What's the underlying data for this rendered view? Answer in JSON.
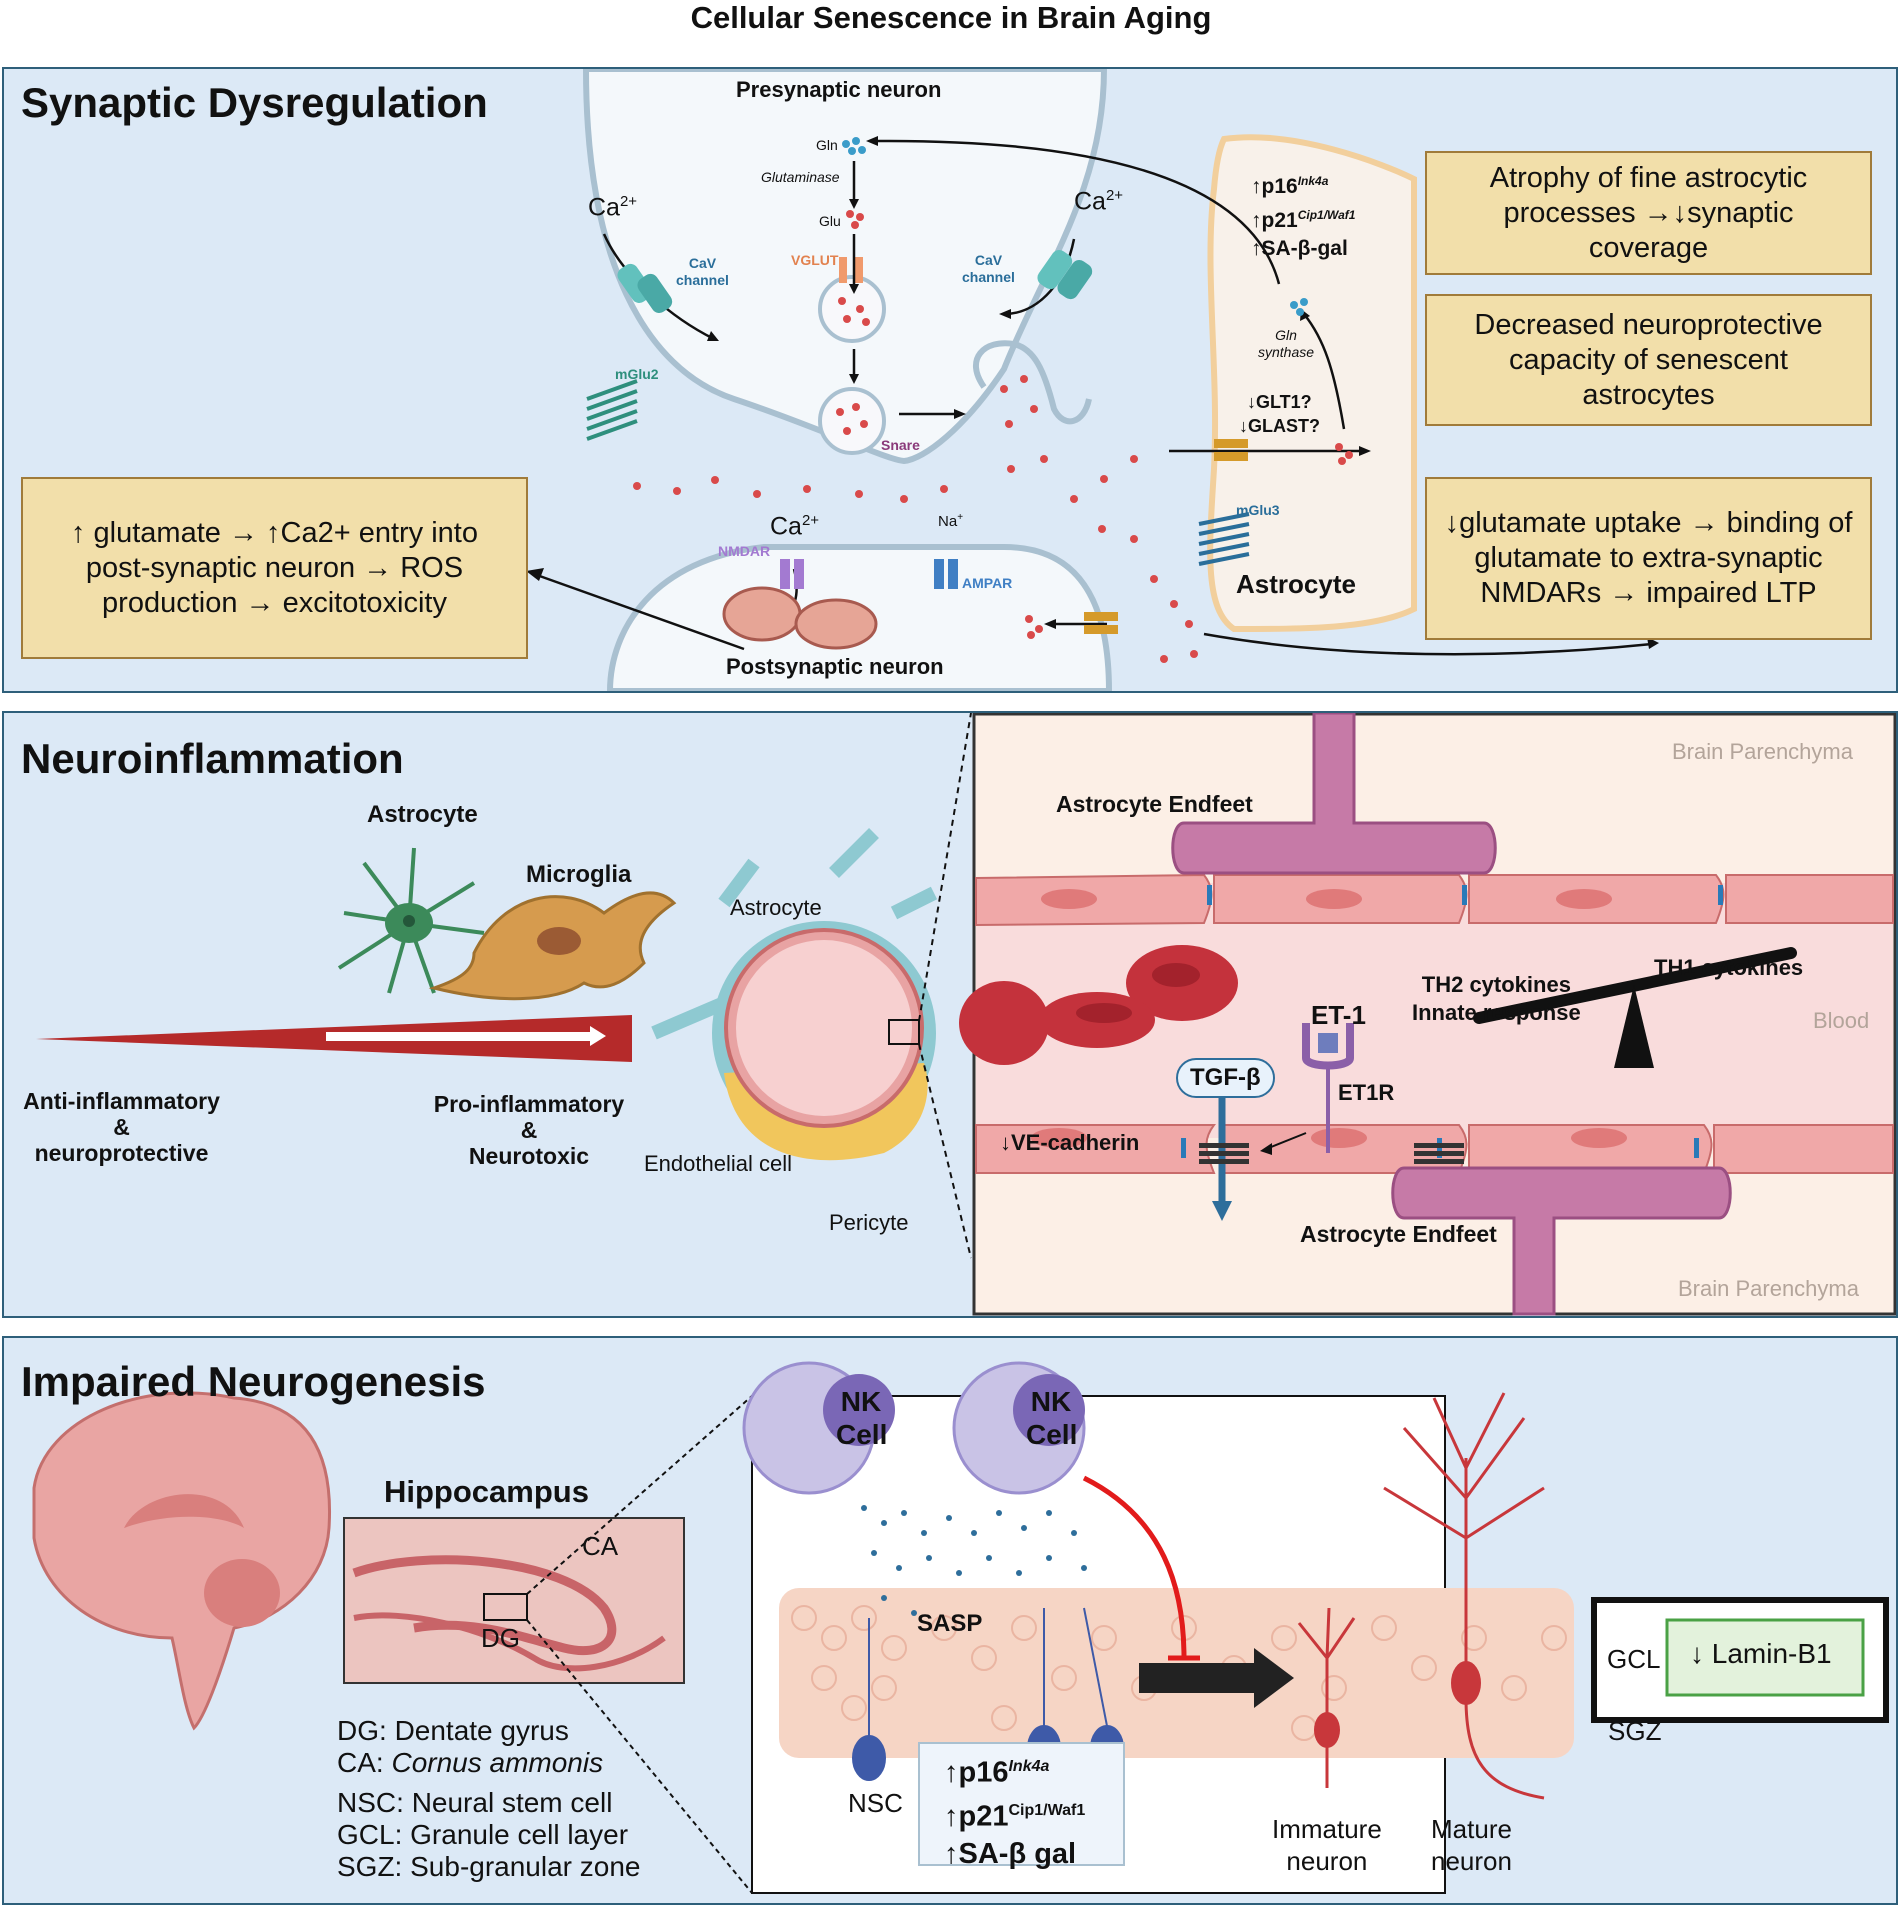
{
  "title": "Cellular Senescence in Brain Aging",
  "panel1": {
    "title": "Synaptic Dysregulation",
    "presynaptic": "Presynaptic neuron",
    "postsynaptic": "Postsynaptic neuron",
    "gln": "Gln",
    "glutaminase": "Glutaminase",
    "glu": "Glu",
    "vglut": "VGLUT",
    "snare": "Snare",
    "ca": "Ca",
    "ca_sup": "2+",
    "na": "Na",
    "na_sup": "+",
    "cav1": "CaV",
    "cav2": "channel",
    "mglu2": "mGlu2",
    "mglu3": "mGlu3",
    "nmdar": "NMDAR",
    "ampar": "AMPAR",
    "gln_synthase_1": "Gln",
    "gln_synthase_2": "synthase",
    "glt1": "↓GLT1?",
    "glast": "↓GLAST?",
    "astrocyte": "Astrocyte",
    "markers": [
      {
        "prefix": "↑p16",
        "sup": "Ink4a"
      },
      {
        "prefix": "↑p21",
        "sup": "Cip1/Waf1"
      },
      {
        "prefix": "↑SA-β-gal",
        "sup": ""
      }
    ],
    "box_left": "↑ glutamate → ↑Ca2+ entry into post-synaptic neuron → ROS production → excitotoxicity",
    "box_right_1": "Atrophy of fine astrocytic processes →↓synaptic coverage",
    "box_right_2": "Decreased neuroprotective capacity of senescent astrocytes",
    "box_right_3": "↓glutamate uptake → binding of glutamate to extra-synaptic NMDARs → impaired LTP"
  },
  "panel2": {
    "title": "Neuroinflammation",
    "astrocyte": "Astrocyte",
    "microglia": "Microglia",
    "anti_1": "Anti-inflammatory",
    "anti_2": "&",
    "anti_3": "neuroprotective",
    "pro_1": "Pro-inflammatory",
    "pro_2": "&",
    "pro_3": "Neurotoxic",
    "vessel_astrocyte": "Astrocyte",
    "endothelial": "Endothelial cell",
    "pericyte": "Pericyte",
    "brain_parenchyma": "Brain Parenchyma",
    "blood": "Blood",
    "endfeet": "Astrocyte Endfeet",
    "th2_1": "TH2 cytokines",
    "th2_2": "Innate response",
    "th1": "TH1 cytokines",
    "et1": "ET-1",
    "et1r": "ET1R",
    "tgf": "TGF-β",
    "ve": "↓VE-cadherin"
  },
  "panel3": {
    "title": "Impaired Neurogenesis",
    "hippocampus": "Hippocampus",
    "ca": "CA",
    "dg": "DG",
    "legend": [
      {
        "abbr": "DG:",
        "text": "Dentate gyrus",
        "italic": false
      },
      {
        "abbr": "CA:",
        "text": "Cornus ammonis",
        "italic": true
      },
      {
        "abbr": "NSC:",
        "text": "Neural stem cell",
        "italic": false
      },
      {
        "abbr": "GCL:",
        "text": "Granule cell layer",
        "italic": false
      },
      {
        "abbr": "SGZ:",
        "text": "Sub-granular zone",
        "italic": false
      }
    ],
    "nk_1": "NK",
    "nk_2": "Cell",
    "sasp": "SASP",
    "nsc": "NSC",
    "markers": [
      {
        "prefix": "↑p16",
        "sup": "Ink4a"
      },
      {
        "prefix": "↑p21",
        "sup": "Cip1/Waf1"
      },
      {
        "prefix": "↑SA-β gal",
        "sup": ""
      }
    ],
    "immature_1": "Immature",
    "immature_2": "neuron",
    "mature_1": "Mature",
    "mature_2": "neuron",
    "gcl": "GCL",
    "sgz": "SGZ",
    "lamin": "↓ Lamin-B1"
  },
  "colors": {
    "panel_bg": "#dce9f6",
    "panel_border": "#2e5f7a",
    "box_bg": "#f2dfaa",
    "glutamate": "#d94a4a",
    "vessel": "#e8a3a3",
    "endfeet": "#c67aa7"
  }
}
